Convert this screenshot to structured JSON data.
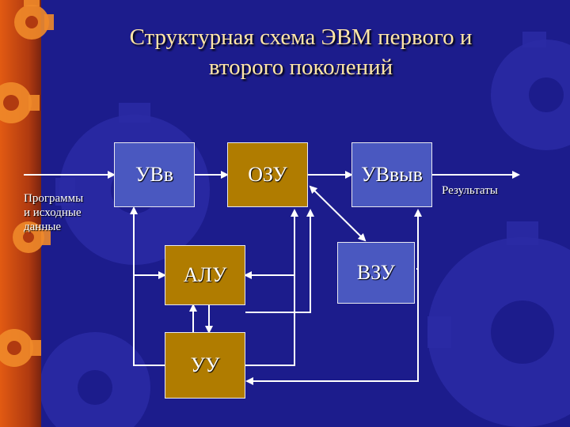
{
  "title": {
    "line1": "Структурная схема ЭВМ первого и",
    "line2": "второго поколений"
  },
  "blocks": {
    "uvv": "УВв",
    "ozu": "ОЗУ",
    "uvvyv": "УВвыв",
    "alu": "АЛУ",
    "vzu": "ВЗУ",
    "uu": "УУ"
  },
  "labels": {
    "input_line1": "Программы",
    "input_line2": "и исходные",
    "input_line3": "данные",
    "output": "Результаты"
  },
  "colors": {
    "background": "#1c1c8c",
    "blue_block": "#4a58c0",
    "gold_block": "#b07c00",
    "title": "#ffe6a8",
    "accent_strip": "#d04a10"
  }
}
